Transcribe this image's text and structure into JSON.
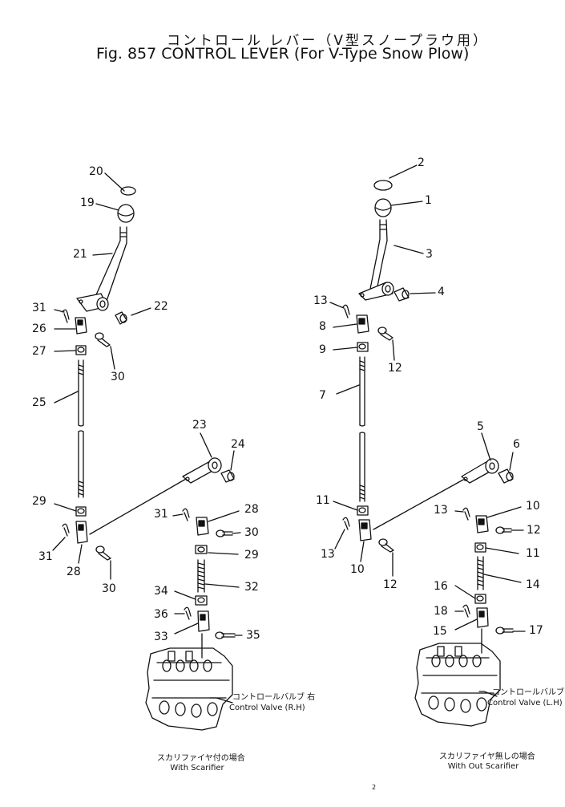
{
  "title_jp": "コントロール レバー（V型スノープラウ用）",
  "title_en": "Fig. 857 CONTROL LEVER (For V-Type Snow Plow)",
  "callouts": [
    {
      "id": "c1",
      "text": "1"
    },
    {
      "id": "c2",
      "text": "2"
    },
    {
      "id": "c3",
      "text": "3"
    },
    {
      "id": "c4",
      "text": "4"
    },
    {
      "id": "c5",
      "text": "5"
    },
    {
      "id": "c6",
      "text": "6"
    },
    {
      "id": "c7",
      "text": "7"
    },
    {
      "id": "c8",
      "text": "8"
    },
    {
      "id": "c9",
      "text": "9"
    },
    {
      "id": "c10a",
      "text": "10"
    },
    {
      "id": "c10b",
      "text": "10"
    },
    {
      "id": "c11a",
      "text": "11"
    },
    {
      "id": "c11b",
      "text": "11"
    },
    {
      "id": "c12a",
      "text": "12"
    },
    {
      "id": "c12b",
      "text": "12"
    },
    {
      "id": "c12c",
      "text": "12"
    },
    {
      "id": "c13a",
      "text": "13"
    },
    {
      "id": "c13b",
      "text": "13"
    },
    {
      "id": "c13c",
      "text": "13"
    },
    {
      "id": "c14",
      "text": "14"
    },
    {
      "id": "c15",
      "text": "15"
    },
    {
      "id": "c16",
      "text": "16"
    },
    {
      "id": "c17",
      "text": "17"
    },
    {
      "id": "c18",
      "text": "18"
    },
    {
      "id": "c19",
      "text": "19"
    },
    {
      "id": "c20",
      "text": "20"
    },
    {
      "id": "c21",
      "text": "21"
    },
    {
      "id": "c22",
      "text": "22"
    },
    {
      "id": "c23",
      "text": "23"
    },
    {
      "id": "c24",
      "text": "24"
    },
    {
      "id": "c25",
      "text": "25"
    },
    {
      "id": "c26",
      "text": "26"
    },
    {
      "id": "c27",
      "text": "27"
    },
    {
      "id": "c28a",
      "text": "28"
    },
    {
      "id": "c28b",
      "text": "28"
    },
    {
      "id": "c29a",
      "text": "29"
    },
    {
      "id": "c29b",
      "text": "29"
    },
    {
      "id": "c30a",
      "text": "30"
    },
    {
      "id": "c30b",
      "text": "30"
    },
    {
      "id": "c30c",
      "text": "30"
    },
    {
      "id": "c31a",
      "text": "31"
    },
    {
      "id": "c31b",
      "text": "31"
    },
    {
      "id": "c31c",
      "text": "31"
    },
    {
      "id": "c32",
      "text": "32"
    },
    {
      "id": "c33",
      "text": "33"
    },
    {
      "id": "c34",
      "text": "34"
    },
    {
      "id": "c35",
      "text": "35"
    },
    {
      "id": "c36",
      "text": "36"
    }
  ],
  "left_valve": {
    "label_jp": "コントロールバルブ 右",
    "label_en": "Control Valve (R.H)"
  },
  "right_valve": {
    "label_jp": "コントロールバルブ 左",
    "label_en": "Control Valve (L.H)"
  },
  "left_caption": {
    "jp": "スカリファイヤ付の場合",
    "en": "With Scarifier"
  },
  "right_caption": {
    "jp": "スカリファイヤ無しの場合",
    "en": "With Out Scarifier"
  },
  "page_mark": "2"
}
